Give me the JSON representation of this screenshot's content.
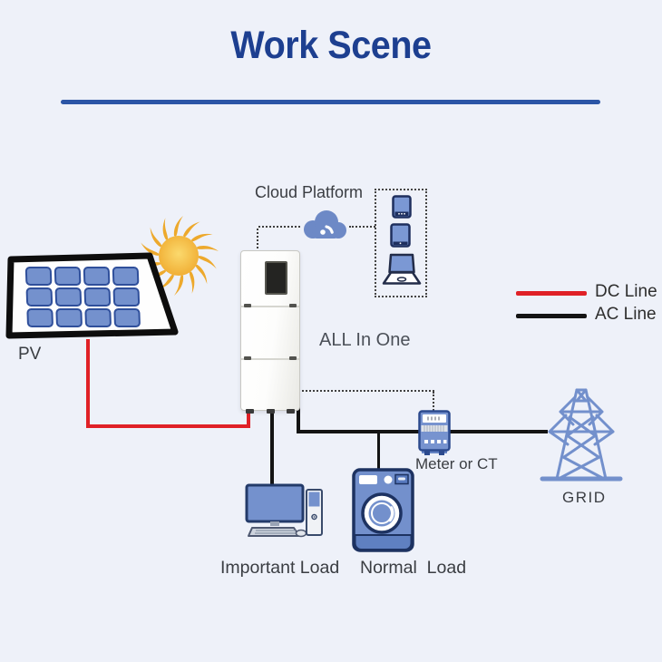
{
  "page": {
    "title": "Work Scene"
  },
  "labels": {
    "cloud_platform": "Cloud Platform",
    "all_in_one": "ALL In One",
    "pv": "PV",
    "meter": "Meter or CT",
    "grid": "GRID",
    "important_load": "Important Load",
    "normal_load": "Normal  Load"
  },
  "legend": {
    "dc_label": "DC Line",
    "ac_label": "AC Line",
    "dc_color": "#e02127",
    "ac_color": "#141414"
  },
  "colors": {
    "background": "#eef1f9",
    "title_text": "#1d3f90",
    "title_rule": "#2b55a6",
    "device_blue": "#7491cd",
    "device_outline": "#1d3261",
    "sun_gold": "#f0ab30",
    "label_text": "#3a3d42"
  },
  "icons": {
    "sun": "sun-icon",
    "pv_panel": "pv-panel-icon",
    "cloud": "cloud-wifi-icon",
    "smartphone": "smartphone-icon",
    "tablet": "tablet-icon",
    "laptop": "laptop-icon",
    "all_in_one_unit": "energy-storage-unit-icon",
    "meter": "energy-meter-icon",
    "grid_tower": "transmission-tower-icon",
    "computer": "desktop-computer-icon",
    "washing_machine": "washing-machine-icon"
  }
}
